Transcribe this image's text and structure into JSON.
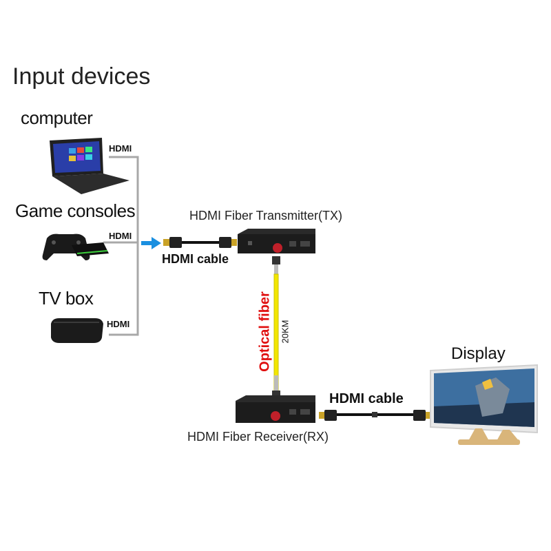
{
  "title": "Input devices",
  "devices": [
    {
      "label": "computer",
      "port": "HDMI",
      "icon": "laptop-icon"
    },
    {
      "label": "Game consoles",
      "port": "HDMI",
      "icon": "game-console-icon"
    },
    {
      "label": "TV box",
      "port": "HDMI",
      "icon": "tv-box-icon"
    }
  ],
  "transmitter": {
    "label": "HDMI Fiber Transmitter(TX)"
  },
  "receiver": {
    "label": "HDMI Fiber Receiver(RX)"
  },
  "cable_in": {
    "label": "HDMI cable"
  },
  "cable_out": {
    "label": "HDMI cable"
  },
  "fiber": {
    "label": "Optical fiber",
    "distance": "20KM"
  },
  "display": {
    "label": "Display"
  },
  "colors": {
    "fiber": "#f2e600",
    "fiber_label": "#e01010",
    "arrow": "#1a8fe0",
    "bracket": "#aaaaaa"
  }
}
